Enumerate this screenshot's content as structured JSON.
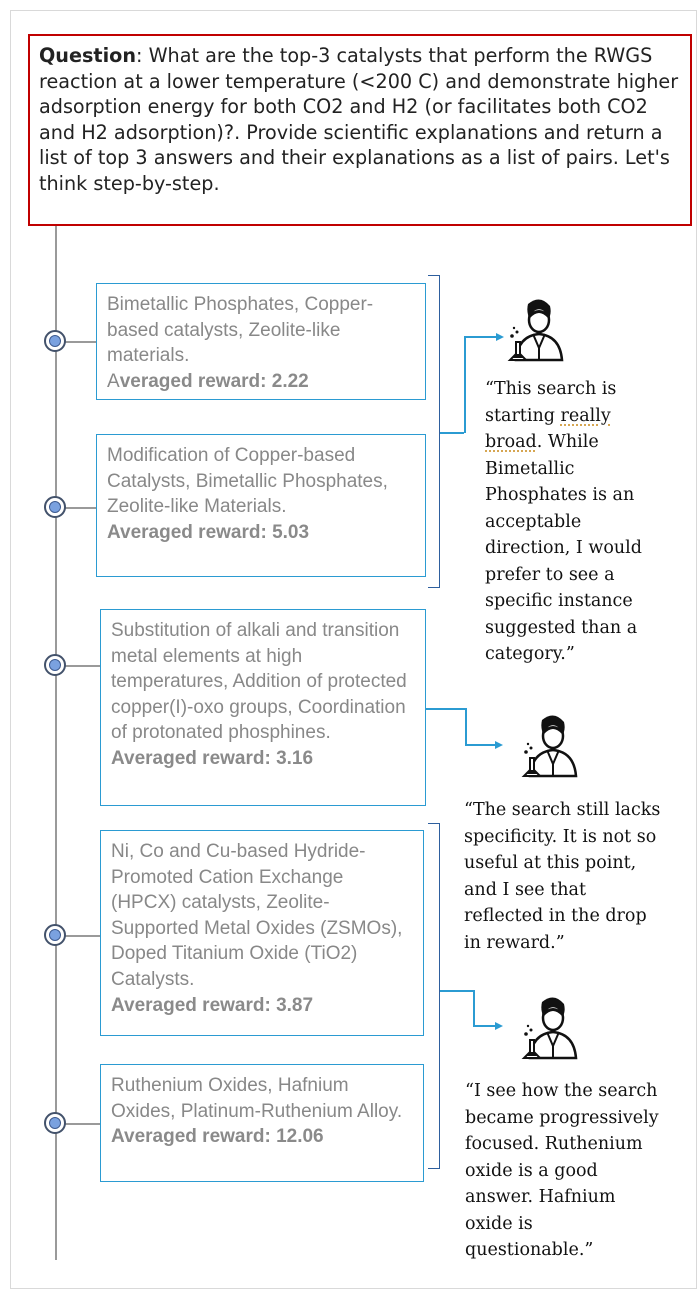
{
  "question": {
    "label": "Question",
    "text": ": What are the top-3 catalysts  that perform the RWGS reaction at a lower temperature (<200 C) and demonstrate higher adsorption energy for both CO2 and H2 (or facilitates both CO2 and H2 adsorption)?. Provide scientific explanations and return a list of top 3 answers and their explanations as a list of pairs. Let's think step-by-step."
  },
  "steps": [
    {
      "text": "Bimetallic Phosphates, Copper-based catalysts, Zeolite-like materials.",
      "reward_prefix": "A",
      "reward": "veraged reward: 2.22"
    },
    {
      "text": "Modification of Copper-based Catalysts, Bimetallic Phosphates, Zeolite-like Materials.",
      "reward_prefix": "",
      "reward": "Averaged reward: 5.03"
    },
    {
      "text": "Substitution of alkali and transition metal elements at high temperatures, Addition of protected copper(I)-oxo groups, Coordination of protonated phosphines.",
      "reward_prefix": "",
      "reward": "Averaged reward: 3.16"
    },
    {
      "text": "Ni, Co and Cu-based Hydride-Promoted Cation Exchange (HPCX) catalysts, Zeolite-Supported Metal Oxides (ZSMOs), Doped Titanium Oxide (TiO2) Catalysts.",
      "reward_prefix": "",
      "reward": "Averaged reward: 3.87"
    },
    {
      "text": "Ruthenium Oxides, Hafnium Oxides, Platinum-Ruthenium Alloy.",
      "reward_prefix": "",
      "reward": "Averaged reward: 12.06"
    }
  ],
  "comments": [
    {
      "line1": "“This search is",
      "line2a": "starting ",
      "line2b": "really",
      "line3a": "broad",
      "rest": ".  While\nBimetallic\nPhosphates is an\nacceptable\ndirection, I would\nprefer to see a\nspecific instance\nsuggested than a\ncategory.”"
    },
    {
      "text": "“The search still lacks\nspecificity.  It is not so\nuseful at this point,\nand I see that\nreflected in the drop\nin reward.”"
    },
    {
      "text": "“I see how the search\nbecame progressively\nfocused.  Ruthenium\noxide is a good\nanswer.  Hafnium\noxide is\nquestionable.”"
    }
  ],
  "icons": {
    "reviewer": "scientist-icon",
    "node": "timeline-node-icon"
  },
  "colors": {
    "question_border": "#c00000",
    "card_border": "#2b9bd2",
    "bracket": "#2e5f9e",
    "card_text": "#888888"
  }
}
